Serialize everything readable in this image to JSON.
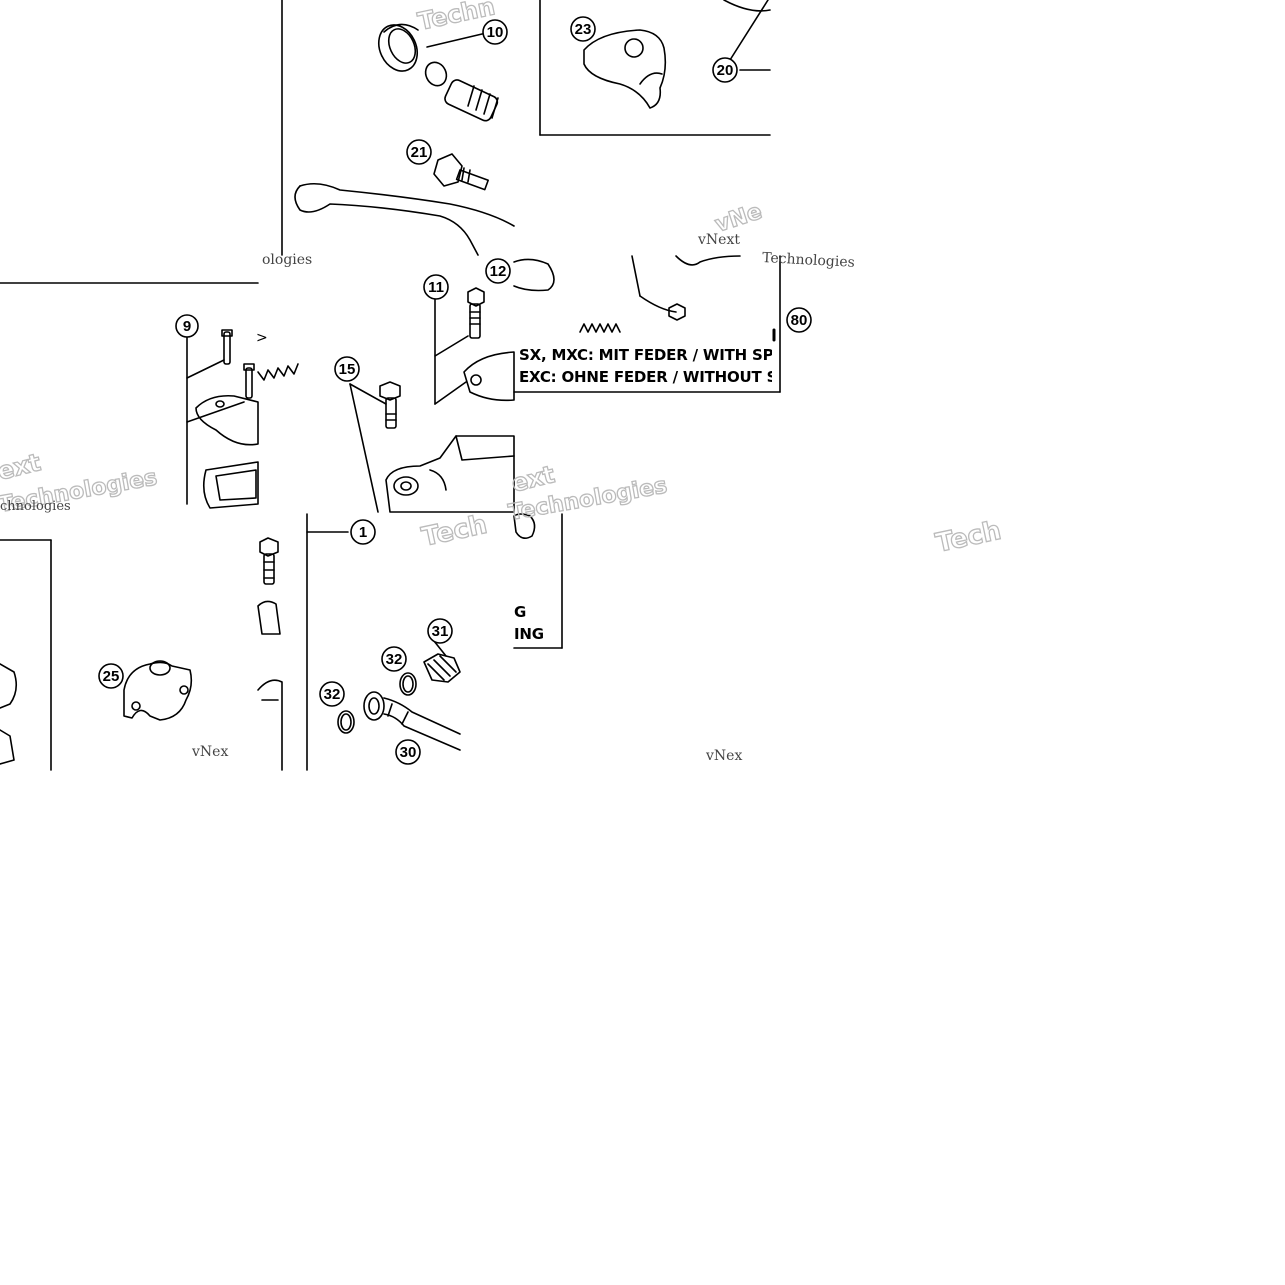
{
  "diagram": {
    "callouts": {
      "c1": "1",
      "c9": "9",
      "c10": "10",
      "c11": "11",
      "c12": "12",
      "c15": "15",
      "c20": "20",
      "c21": "21",
      "c23": "23",
      "c25": "25",
      "c30": "30",
      "c31": "31",
      "c32a": "32",
      "c32b": "32",
      "c80": "80"
    },
    "notes": {
      "with_spring": "SX, MXC: MIT FEDER / WITH SPRIN",
      "without_spring": "EXC: OHNE FEDER / WITHOUT SPRI",
      "fragment_g": "G",
      "fragment_ing": "ING"
    },
    "watermarks": {
      "vnext_1": "vNext",
      "vnext_2": "vNex",
      "vnext_3": "vNex",
      "tech_1": "Techn",
      "tech_2": "Tech",
      "tech_3": "Tech",
      "technologies_1": "Technologies",
      "technologies_2": "chnologies",
      "technologies_3": "Technologies",
      "ext_1": "ext",
      "ext_2": "ext",
      "logies": "ologies",
      "vn_frag": "vNe"
    }
  }
}
